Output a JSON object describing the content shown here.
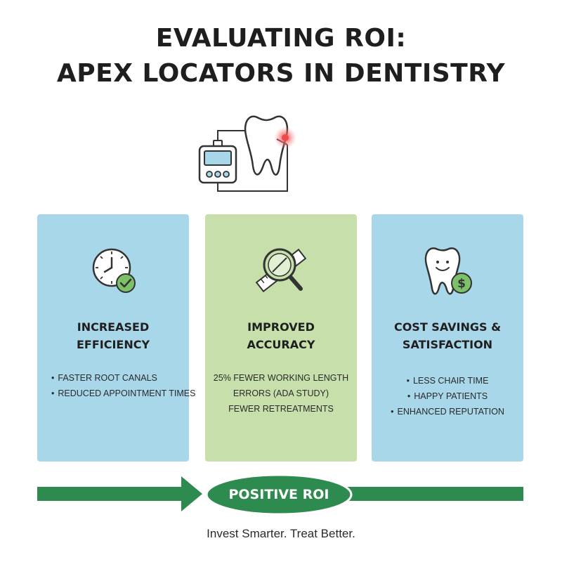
{
  "title": {
    "line1": "EVALUATING ROI:",
    "line2": "APEX LOCATORS IN DENTISTRY"
  },
  "hero": {
    "icon": "apex-locator-tooth-icon",
    "accent_color": "#f04a4a"
  },
  "cards": [
    {
      "icon": "clock-check-icon",
      "title_line1": "INCREASED",
      "title_line2": "EFFICIENCY",
      "bullets": [
        "FASTER ROOT CANALS",
        "REDUCED APPOINTMENT TIMES"
      ],
      "background": "#a9d7ea"
    },
    {
      "icon": "magnifier-ruler-icon",
      "title_line1": "IMPROVED",
      "title_line2": "ACCURACY",
      "lines": [
        "25% FEWER WORKING LENGTH",
        "ERRORS (ADA STUDY)",
        "FEWER RETREATMENTS"
      ],
      "background": "#c7dfab"
    },
    {
      "icon": "happy-tooth-dollar-icon",
      "title_line1": "COST SAVINGS &",
      "title_line2": "SATISFACTION",
      "bullets": [
        "LESS CHAIR TIME",
        "HAPPY PATIENTS",
        "ENHANCED REPUTATION"
      ],
      "background": "#a9d7ea"
    }
  ],
  "roi": {
    "label": "POSITIVE ROI",
    "color": "#2e8b4f"
  },
  "tagline": "Invest Smarter. Treat Better."
}
